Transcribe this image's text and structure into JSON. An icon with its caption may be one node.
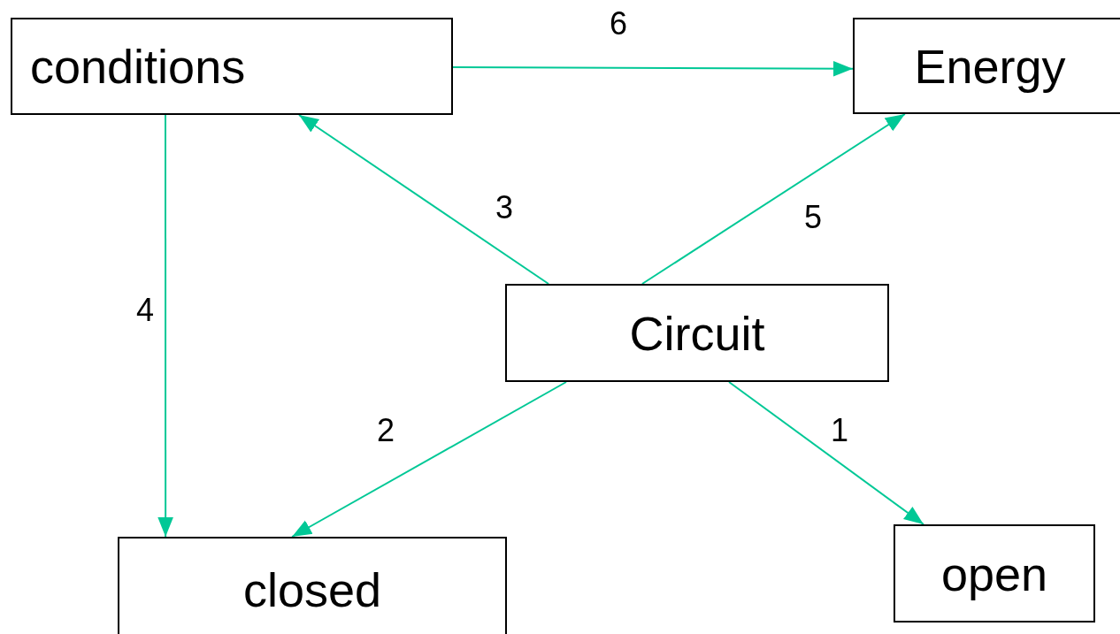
{
  "diagram": {
    "nodes": [
      {
        "text": [
          "conditions"
        ]
      },
      {
        "text": [
          "Energy"
        ]
      },
      {
        "text": [
          "Circuit"
        ]
      },
      {
        "text": [
          "closed"
        ]
      },
      {
        "text": [
          "open"
        ]
      }
    ],
    "edges": [
      {
        "from": 2,
        "to": 4,
        "arrow": "to",
        "label": "1"
      },
      {
        "from": 2,
        "to": 3,
        "arrow": "to",
        "label": "2"
      },
      {
        "from": 2,
        "to": 0,
        "arrow": "to",
        "label": "3"
      },
      {
        "from": 0,
        "to": 3,
        "arrow": "to",
        "label": "4"
      },
      {
        "from": 2,
        "to": 1,
        "arrow": "to",
        "label": "5"
      },
      {
        "from": 0,
        "to": 1,
        "arrow": "to",
        "label": "6"
      }
    ]
  }
}
